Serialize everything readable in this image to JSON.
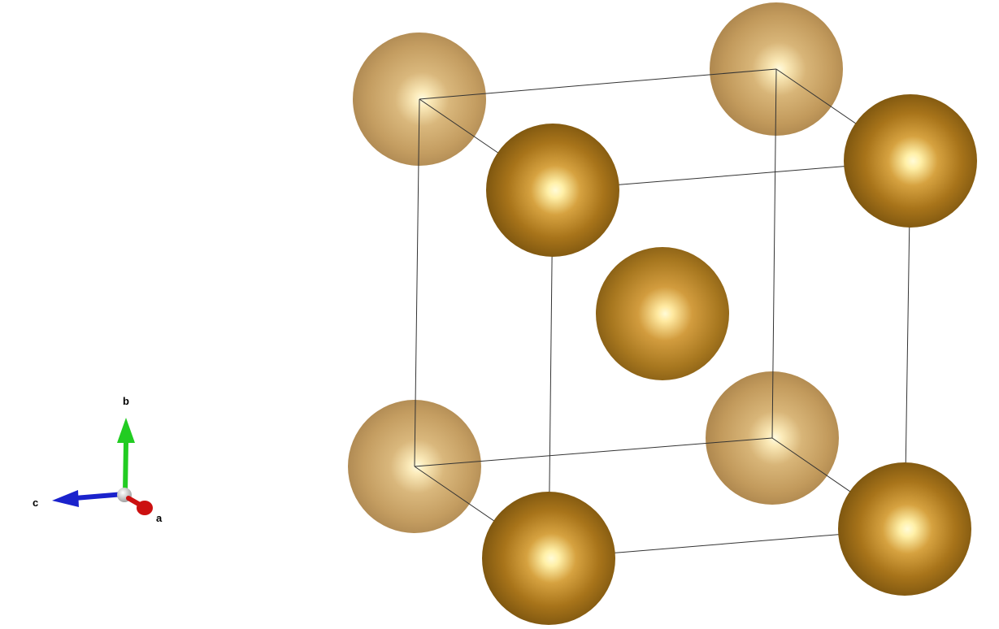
{
  "axes": [
    {
      "name": "a",
      "label": "a",
      "color": "#cc1010"
    },
    {
      "name": "b",
      "label": "b",
      "color": "#22cc22"
    },
    {
      "name": "c",
      "label": "c",
      "color": "#1a22cc"
    }
  ],
  "structure": {
    "atoms_front": 4,
    "atoms_back": 4,
    "atoms_center": 1,
    "atom_front_color": "#9a6a10",
    "atom_back_color": "#c9a468",
    "highlight_color": "#fffbd8",
    "bond_color": "#333333",
    "background": "#ffffff"
  }
}
